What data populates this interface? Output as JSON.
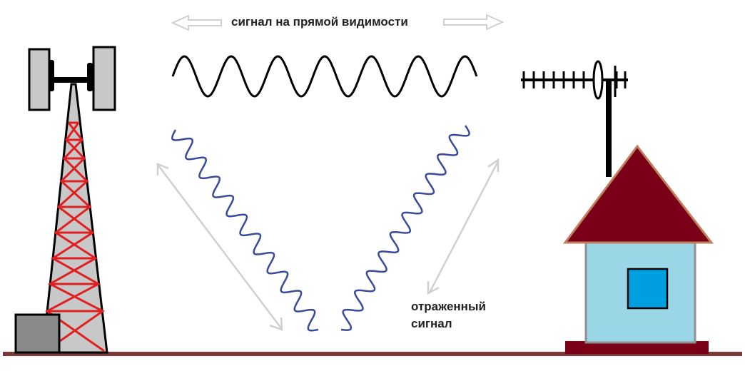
{
  "labels": {
    "line_of_sight": "сигнал на прямой видимости",
    "reflected_line1": "отраженный",
    "reflected_line2": "сигнал"
  },
  "colors": {
    "ground": "#7a3a3a",
    "tower_fill": "#c8c8c8",
    "tower_lattice": "#e02020",
    "tower_outline": "#000000",
    "panel_fill": "#c8c8c8",
    "box_fill": "#8a8a8a",
    "direct_wave": "#000000",
    "reflected_wave": "#3a4a9a",
    "arrow": "#d0d0d0",
    "roof": "#7a0018",
    "roof_outline": "#c08060",
    "wall": "#9ad6e6",
    "wall_outline": "#909090",
    "window": "#00a0e0",
    "foundation": "#7a0018",
    "antenna": "#000000"
  },
  "icons": {
    "tower": "cell-tower-icon",
    "house": "house-icon",
    "antenna": "yagi-antenna-icon"
  }
}
